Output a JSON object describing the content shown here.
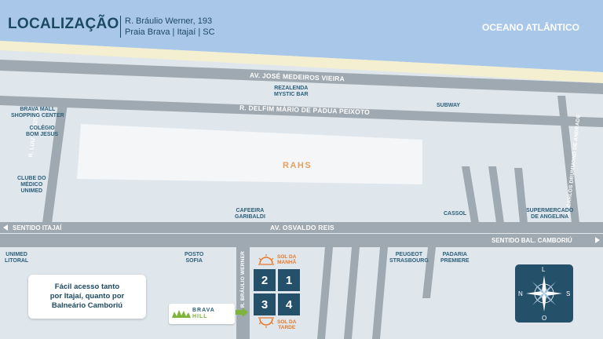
{
  "header": {
    "title": "LOCALIZAÇÃO",
    "address_line1": "R. Bráulio Werner, 193",
    "address_line2": "Praia Brava | Itajaí | SC"
  },
  "ocean_label": "OCEANO ATLÂNTICO",
  "roads": {
    "av_jose": "AV. JOSÉ MEDEIROS VIEIRA",
    "r_delfim": "R. DELFIM MÁRIO DE PÁDUA PEIXOTO",
    "av_osvaldo": "AV. OSVALDO REIS",
    "r_luiz": "R. LUIZ CANZIANI",
    "av_carlos": "AV. CARLOS DRUMMOND DE ANDRADE",
    "r_braulio": "R. BRÁULIO WERNER",
    "sentido_itajai": "SENTIDO ITAJAÍ",
    "sentido_bal": "SENTIDO BAL. CAMBORIÚ"
  },
  "places": {
    "rezalenda": "REZALENDA\nMYSTIC BAR",
    "subway": "SUBWAY",
    "brava_mall": "BRAVA MALL\nSHOPPING CENTER",
    "colegio": "COLÉGIO\nBOM JESUS",
    "clube": "CLUBE DO\nMÉDICO\nUNIMED",
    "cafeteira": "CAFEEIRA\nGARIBALDI",
    "cassol": "CASSOL",
    "supermercado": "SUPERMERCADO\nDE ANGELINA",
    "unimed": "UNIMED\nLITORAL",
    "posto": "POSTO\nSOFIA",
    "peugeot": "PEUGEOT\nSTRASBOURG",
    "padaria": "PADARIA\nPREMIERE"
  },
  "rahs": "RAHS",
  "callout": "Fácil acesso tanto\npor Itajaí, quanto por\nBalneário Camboriú",
  "sun": {
    "morning": "SOL DA\nMANHÃ",
    "afternoon": "SOL DA\nTARDE"
  },
  "blocks": [
    "2",
    "1",
    "3",
    "4"
  ],
  "brand": {
    "line1": "BRAVA",
    "line2": "HILL"
  },
  "compass": {
    "n": "L",
    "s": "O",
    "w": "N",
    "e": "S",
    "icon": "compass-rose-icon"
  },
  "colors": {
    "sea": "#a9c7e8",
    "sand": "#f3efd0",
    "road": "#9fa9b1",
    "ground": "#dfe6ec",
    "label": "#2c5f7a",
    "accent": "#e8792c"
  }
}
